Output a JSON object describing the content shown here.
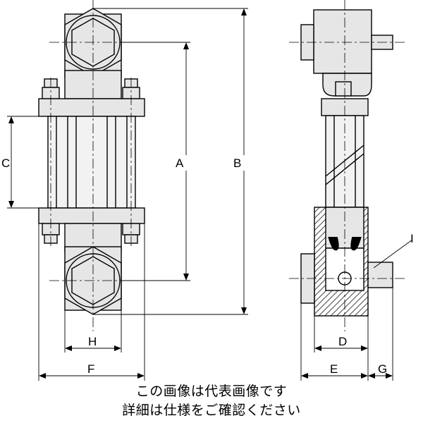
{
  "dimensions": {
    "A": "A",
    "B": "B",
    "C": "C",
    "D": "D",
    "E": "E",
    "F": "F",
    "G": "G",
    "H": "H",
    "I": "I"
  },
  "caption": {
    "line1": "この画像は代表画像です",
    "line2": "詳細は仕様をご確認ください"
  },
  "colors": {
    "line": "#000000",
    "shade": "#e6e6e6",
    "hatch": "#444444"
  }
}
